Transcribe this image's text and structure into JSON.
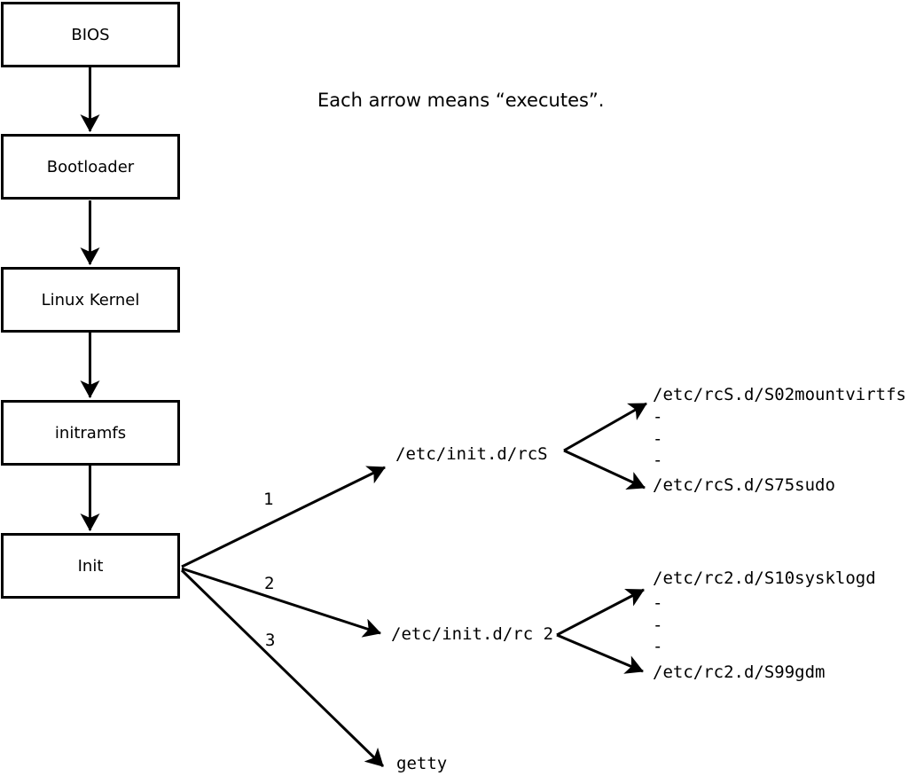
{
  "diagram": {
    "note": "Each arrow means “executes”.",
    "colors": {
      "line": "#000000",
      "background": "#ffffff",
      "box_fill": "#ffffff"
    },
    "flow_boxes": [
      {
        "label": "BIOS"
      },
      {
        "label": "Bootloader"
      },
      {
        "label": "Linux Kernel"
      },
      {
        "label": "initramfs"
      },
      {
        "label": "Init"
      }
    ],
    "init_branches": [
      {
        "number": "1",
        "target": "/etc/init.d/rcS"
      },
      {
        "number": "2",
        "target": "/etc/init.d/rc 2"
      },
      {
        "number": "3",
        "target": "getty"
      }
    ],
    "rcS_children": [
      "/etc/rcS.d/S02mountvirtfs",
      "-",
      "-",
      "-",
      "/etc/rcS.d/S75sudo"
    ],
    "rc2_children": [
      "/etc/rc2.d/S10sysklogd",
      "-",
      "-",
      "-",
      "/etc/rc2.d/S99gdm"
    ]
  }
}
